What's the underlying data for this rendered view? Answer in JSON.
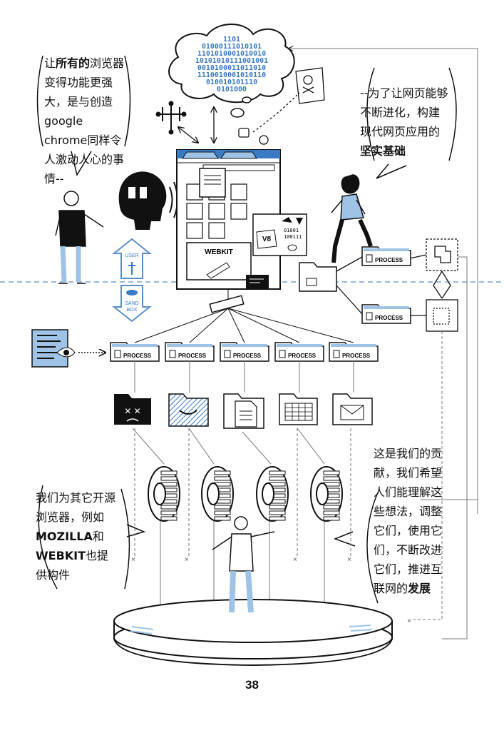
{
  "bubbles": {
    "top_left": {
      "pre": "让",
      "bold": "所有的",
      "post": "浏览器变得功能更强大，是与创造google chrome同样令人激动人心的事情--"
    },
    "top_right": {
      "pre": "--为了让网页能够不断进化，构建现代网页应用的",
      "bold": "坚实基础",
      "post": ""
    },
    "bottom_left": {
      "pre": "我们为其它开源浏览器，例如",
      "bold1": "MOZILLA",
      "mid": "和",
      "bold2": "WEBKIT",
      "post": "也提供构件"
    },
    "bottom_right": {
      "pre": "这是我们的贡献，我们希望人们能理解这些想法，调整它们，使用它们，不断改进它们，推进互联网的",
      "bold": "发展",
      "post": ""
    }
  },
  "cloud_binary": [
    "1101",
    "01000111010101",
    "1101010001010010",
    "10101010111001001",
    "0010100011011010",
    "1110010001010110",
    "010010101110",
    "0101000"
  ],
  "browser": {
    "engine_label": "WEBKIT",
    "js_label": "V8"
  },
  "arrow_labels": {
    "up": "USER",
    "down_line1": "SAND",
    "down_line2": "BOX"
  },
  "process_label": "PROCESS",
  "page_number": "38",
  "colors": {
    "accent_blue": "#9fc3e6",
    "tab_blue": "#3a79c4",
    "ink": "#111111",
    "dashed_line": "#5b8fc9"
  }
}
